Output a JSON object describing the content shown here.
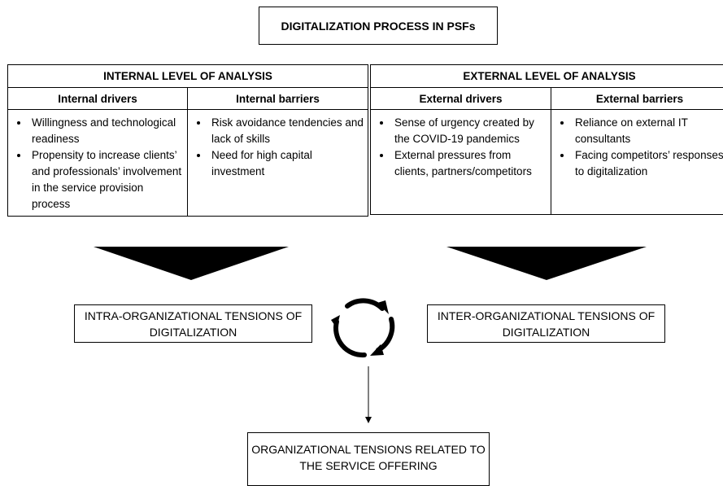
{
  "title": "DIGITALIZATION PROCESS IN PSFs",
  "internal": {
    "heading": "INTERNAL LEVEL OF ANALYSIS",
    "drivers": {
      "heading": "Internal drivers",
      "items": [
        "Willingness and technological readiness",
        "Propensity to increase clients’ and professionals’ involvement in the service provision process"
      ]
    },
    "barriers": {
      "heading": "Internal barriers",
      "items": [
        "Risk avoidance tendencies and lack of skills",
        "Need for high capital investment"
      ]
    }
  },
  "external": {
    "heading": "EXTERNAL LEVEL OF ANALYSIS",
    "drivers": {
      "heading": "External drivers",
      "items": [
        "Sense of urgency created by the COVID-19 pandemics",
        "External pressures from clients, partners/competitors"
      ]
    },
    "barriers": {
      "heading": "External barriers",
      "items": [
        "Reliance on external IT consultants",
        "Facing competitors’ responses to digitalization"
      ]
    }
  },
  "tensions": {
    "intra": "INTRA-ORGANIZATIONAL TENSIONS OF DIGITALIZATION",
    "inter": "INTER-ORGANIZATIONAL TENSIONS OF DIGITALIZATION",
    "final": "ORGANIZATIONAL TENSIONS RELATED TO THE SERVICE OFFERING"
  },
  "icons": {
    "cycle": "cycle-arrows-icon",
    "funnel": "down-triangle-icon",
    "arrow": "down-arrow-icon"
  }
}
